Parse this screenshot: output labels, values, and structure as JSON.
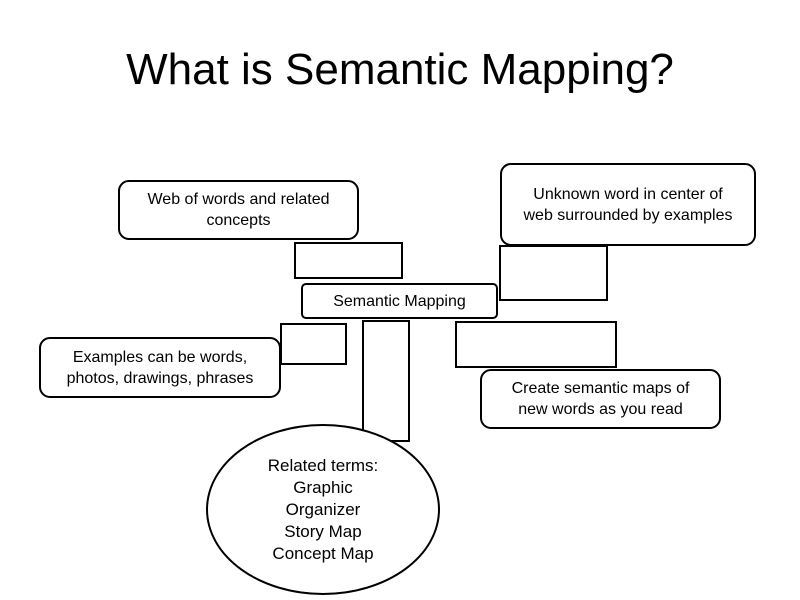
{
  "title": "What is Semantic Mapping?",
  "center": {
    "label": "Semantic Mapping"
  },
  "notes": {
    "web_of_words": "Web of words and related concepts",
    "unknown_word": "Unknown word in center of web surrounded by examples",
    "examples": "Examples can be words, photos, drawings, phrases",
    "create_maps": "Create semantic maps of new words as you read"
  },
  "related_terms": {
    "heading": "Related terms:",
    "items": [
      "Graphic",
      "Organizer",
      "Story Map",
      "Concept Map"
    ]
  }
}
